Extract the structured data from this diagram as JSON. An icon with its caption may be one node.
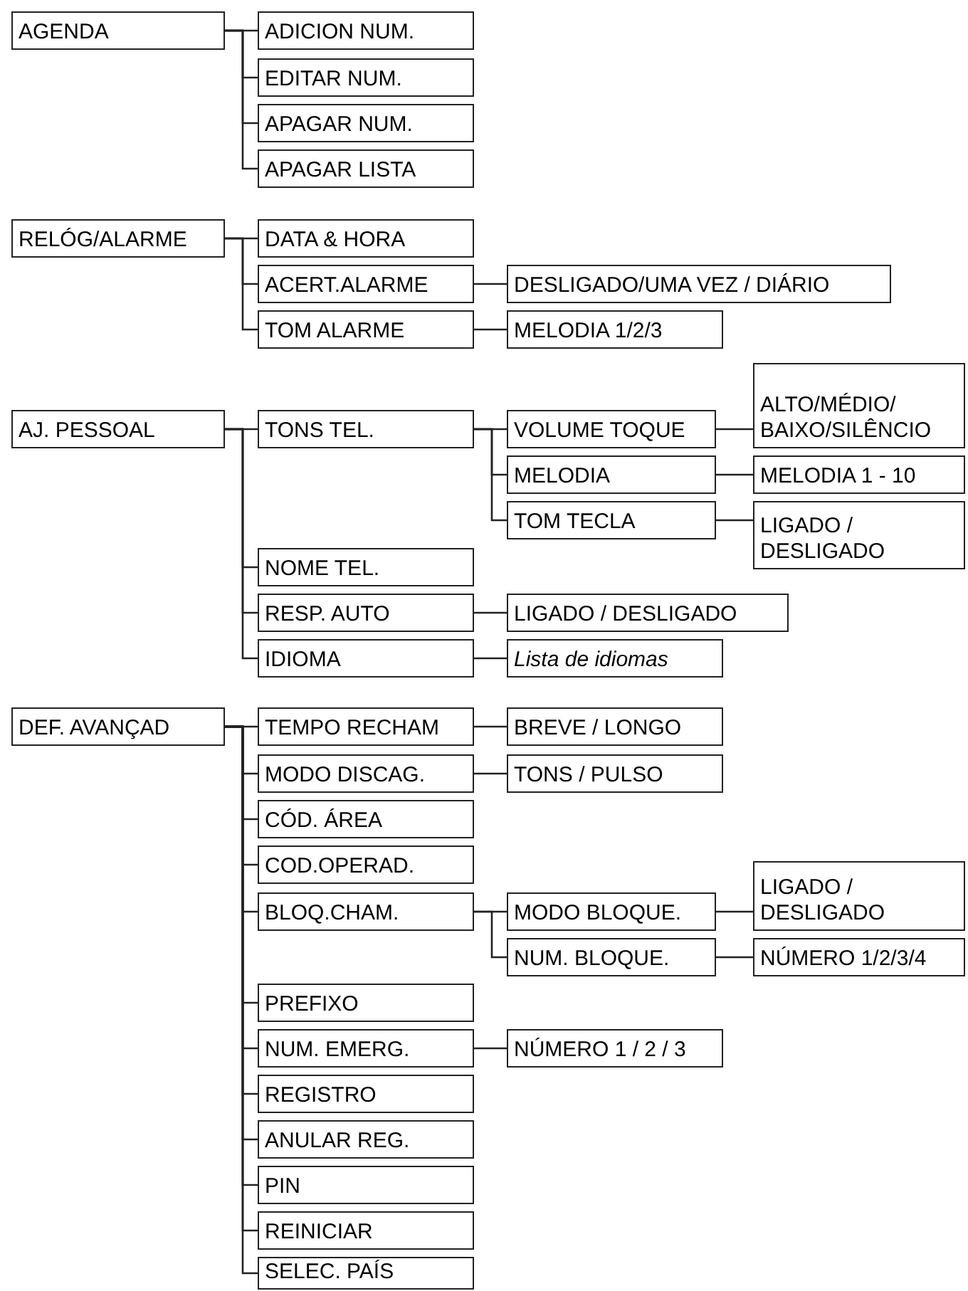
{
  "diagram": {
    "nodes": [
      {
        "text": [
          "AGENDA"
        ]
      },
      {
        "text": [
          "ADICION NUM."
        ]
      },
      {
        "text": [
          "EDITAR NUM."
        ]
      },
      {
        "text": [
          "APAGAR NUM."
        ]
      },
      {
        "text": [
          "APAGAR LISTA"
        ]
      },
      {
        "text": [
          "RELÓG/ALARME"
        ]
      },
      {
        "text": [
          "DATA & HORA"
        ]
      },
      {
        "text": [
          "ACERT.ALARME"
        ]
      },
      {
        "text": [
          "DESLIGADO/UMA VEZ / DIÁRIO"
        ]
      },
      {
        "text": [
          "TOM ALARME"
        ]
      },
      {
        "text": [
          "MELODIA 1/2/3"
        ]
      },
      {
        "text": [
          "AJ. PESSOAL"
        ]
      },
      {
        "text": [
          "TONS TEL."
        ]
      },
      {
        "text": [
          "VOLUME TOQUE"
        ]
      },
      {
        "text": [
          "ALTO/MÉDIO/ BAIXO/SILÊNCIO"
        ]
      },
      {
        "text": [
          "MELODIA"
        ]
      },
      {
        "text": [
          "MELODIA 1 - 10"
        ]
      },
      {
        "text": [
          "TOM TECLA"
        ]
      },
      {
        "text": [
          "LIGADO / DESLIGADO"
        ]
      },
      {
        "text": [
          "NOME TEL."
        ]
      },
      {
        "text": [
          "RESP. AUTO"
        ]
      },
      {
        "text": [
          "LIGADO / DESLIGADO"
        ]
      },
      {
        "text": [
          "IDIOMA"
        ]
      },
      {
        "text": [
          "Lista de idiomas"
        ]
      },
      {
        "text": [
          "DEF. AVANÇAD"
        ]
      },
      {
        "text": [
          "TEMPO RECHAM"
        ]
      },
      {
        "text": [
          "BREVE / LONGO"
        ]
      },
      {
        "text": [
          "MODO DISCAG."
        ]
      },
      {
        "text": [
          "TONS / PULSO"
        ]
      },
      {
        "text": [
          "CÓD. ÁREA"
        ]
      },
      {
        "text": [
          "COD.OPERAD."
        ]
      },
      {
        "text": [
          "BLOQ.CHAM."
        ]
      },
      {
        "text": [
          "MODO BLOQUE."
        ]
      },
      {
        "text": [
          "LIGADO / DESLIGADO"
        ]
      },
      {
        "text": [
          "NUM. BLOQUE."
        ]
      },
      {
        "text": [
          "NÚMERO 1/2/3/4"
        ]
      },
      {
        "text": [
          "PREFIXO"
        ]
      },
      {
        "text": [
          "NUM. EMERG."
        ]
      },
      {
        "text": [
          "NÚMERO 1 / 2 / 3"
        ]
      },
      {
        "text": [
          "REGISTRO"
        ]
      },
      {
        "text": [
          "ANULAR REG."
        ]
      },
      {
        "text": [
          "PIN"
        ]
      },
      {
        "text": [
          "REINICIAR"
        ]
      },
      {
        "text": [
          "SELEC. PAÍS"
        ]
      }
    ],
    "edges": [
      {
        "from": 0,
        "to": 1,
        "arrow": "none"
      },
      {
        "from": 0,
        "to": 2,
        "arrow": "none"
      },
      {
        "from": 0,
        "to": 3,
        "arrow": "none"
      },
      {
        "from": 0,
        "to": 4,
        "arrow": "none"
      },
      {
        "from": 5,
        "to": 6,
        "arrow": "none"
      },
      {
        "from": 5,
        "to": 7,
        "arrow": "none"
      },
      {
        "from": 5,
        "to": 9,
        "arrow": "none"
      },
      {
        "from": 7,
        "to": 8,
        "arrow": "none"
      },
      {
        "from": 9,
        "to": 10,
        "arrow": "none"
      },
      {
        "from": 11,
        "to": 12,
        "arrow": "none"
      },
      {
        "from": 11,
        "to": 19,
        "arrow": "none"
      },
      {
        "from": 11,
        "to": 20,
        "arrow": "none"
      },
      {
        "from": 11,
        "to": 22,
        "arrow": "none"
      },
      {
        "from": 12,
        "to": 13,
        "arrow": "none"
      },
      {
        "from": 12,
        "to": 15,
        "arrow": "none"
      },
      {
        "from": 12,
        "to": 17,
        "arrow": "none"
      },
      {
        "from": 13,
        "to": 14,
        "arrow": "none"
      },
      {
        "from": 15,
        "to": 16,
        "arrow": "none"
      },
      {
        "from": 17,
        "to": 18,
        "arrow": "none"
      },
      {
        "from": 20,
        "to": 21,
        "arrow": "none"
      },
      {
        "from": 22,
        "to": 23,
        "arrow": "none"
      },
      {
        "from": 24,
        "to": 25,
        "arrow": "none"
      },
      {
        "from": 24,
        "to": 27,
        "arrow": "none"
      },
      {
        "from": 24,
        "to": 29,
        "arrow": "none"
      },
      {
        "from": 24,
        "to": 30,
        "arrow": "none"
      },
      {
        "from": 24,
        "to": 31,
        "arrow": "none"
      },
      {
        "from": 24,
        "to": 36,
        "arrow": "none"
      },
      {
        "from": 24,
        "to": 37,
        "arrow": "none"
      },
      {
        "from": 24,
        "to": 39,
        "arrow": "none"
      },
      {
        "from": 24,
        "to": 40,
        "arrow": "none"
      },
      {
        "from": 24,
        "to": 41,
        "arrow": "none"
      },
      {
        "from": 24,
        "to": 42,
        "arrow": "none"
      },
      {
        "from": 24,
        "to": 43,
        "arrow": "none"
      },
      {
        "from": 25,
        "to": 26,
        "arrow": "none"
      },
      {
        "from": 27,
        "to": 28,
        "arrow": "none"
      },
      {
        "from": 31,
        "to": 32,
        "arrow": "none"
      },
      {
        "from": 31,
        "to": 34,
        "arrow": "none"
      },
      {
        "from": 32,
        "to": 33,
        "arrow": "none"
      },
      {
        "from": 34,
        "to": 35,
        "arrow": "none"
      },
      {
        "from": 37,
        "to": 38,
        "arrow": "none"
      }
    ]
  }
}
